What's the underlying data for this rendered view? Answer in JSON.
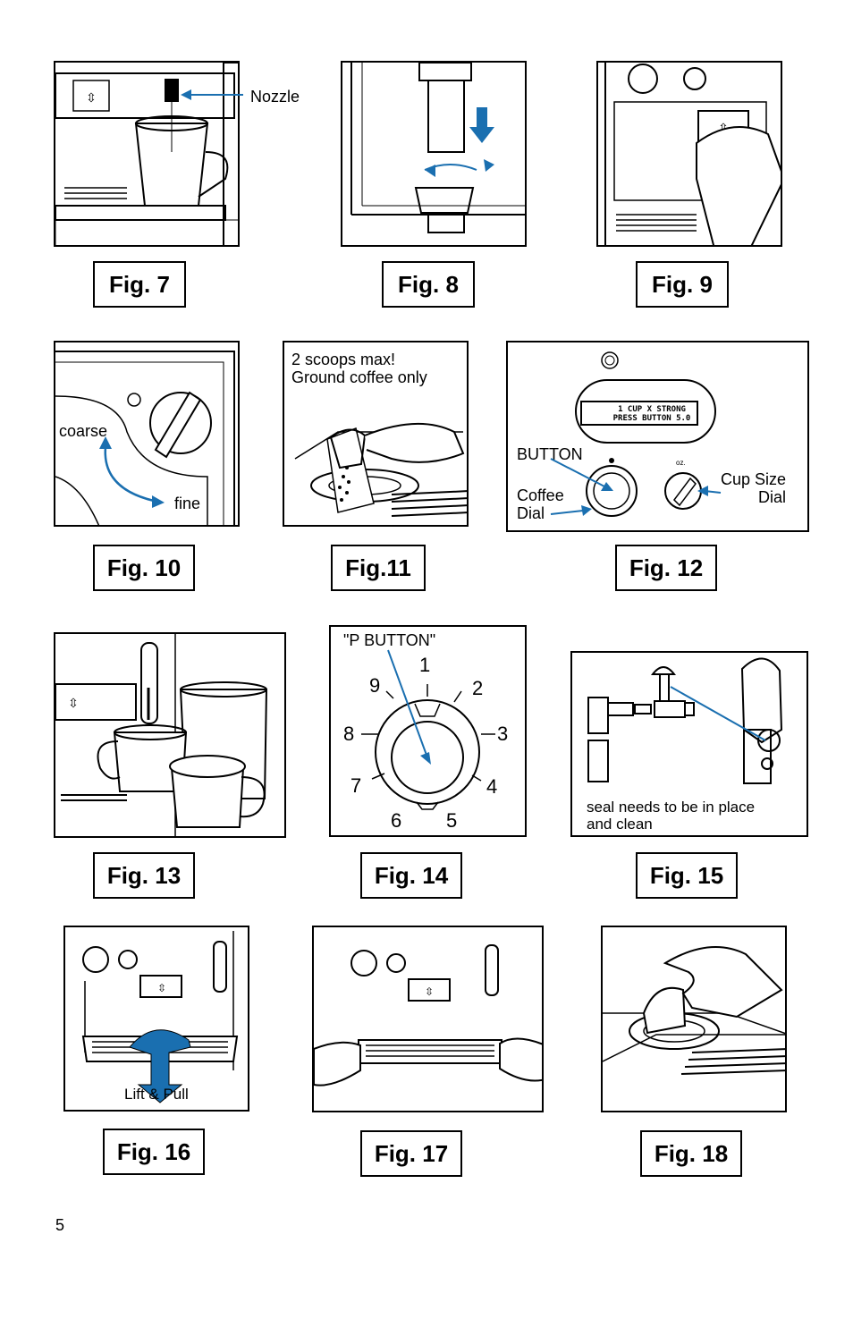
{
  "page": {
    "number": "5"
  },
  "accent": "#1a6fb0",
  "figures": {
    "fig7": {
      "label": "Fig. 7",
      "notes": {
        "nozzle": "Nozzle"
      }
    },
    "fig8": {
      "label": "Fig. 8"
    },
    "fig9": {
      "label": "Fig. 9"
    },
    "fig10": {
      "label": "Fig. 10",
      "notes": {
        "coarse": "coarse",
        "fine": "fine"
      }
    },
    "fig11": {
      "label": "Fig.11",
      "notes": {
        "scoops": "2 scoops max!\nGround coffee only"
      }
    },
    "fig12": {
      "label": "Fig. 12",
      "notes": {
        "button": "BUTTON",
        "coffee_dial": "Coffee\nDial",
        "cup_size_dial": "Cup Size\nDial",
        "display_line1": "1 CUP X STRONG",
        "display_line2": "PRESS BUTTON 5.0",
        "oz": "oz."
      }
    },
    "fig13": {
      "label": "Fig. 13"
    },
    "fig14": {
      "label": "Fig. 14",
      "notes": {
        "p_button": "\"P BUTTON\""
      },
      "dial_numbers": [
        "1",
        "2",
        "3",
        "4",
        "5",
        "6",
        "7",
        "8",
        "9"
      ]
    },
    "fig15": {
      "label": "Fig. 15",
      "notes": {
        "seal": "seal needs to be in place\nand clean"
      }
    },
    "fig16": {
      "label": "Fig. 16",
      "notes": {
        "lift_pull": "Lift & Pull"
      }
    },
    "fig17": {
      "label": "Fig. 17"
    },
    "fig18": {
      "label": "Fig. 18"
    }
  }
}
